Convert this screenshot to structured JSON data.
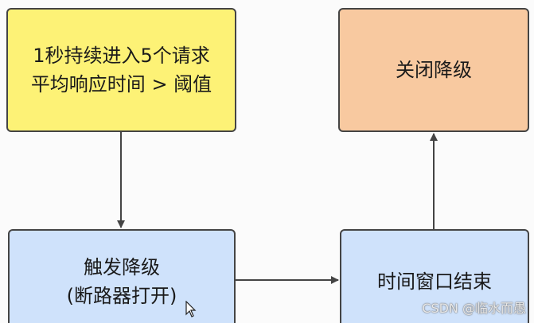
{
  "nodes": {
    "trigger": {
      "line1": "1秒持续进入5个请求",
      "line2": "平均响应时间 > 阈值",
      "fill": "#fdf276"
    },
    "open": {
      "line1": "触发降级",
      "line2": "(断路器打开)",
      "fill": "#cfe2fb"
    },
    "window_end": {
      "line1": "时间窗口结束",
      "fill": "#cfe2fb"
    },
    "close": {
      "line1": "关闭降级",
      "fill": "#f8c9a0"
    }
  },
  "edges": [
    {
      "from": "trigger",
      "to": "open"
    },
    {
      "from": "open",
      "to": "window_end"
    },
    {
      "from": "window_end",
      "to": "close"
    }
  ],
  "watermark": "CSDN @临水而愚",
  "colors": {
    "border": "#444444",
    "arrow": "#444444",
    "background": "#fbfbfb"
  }
}
